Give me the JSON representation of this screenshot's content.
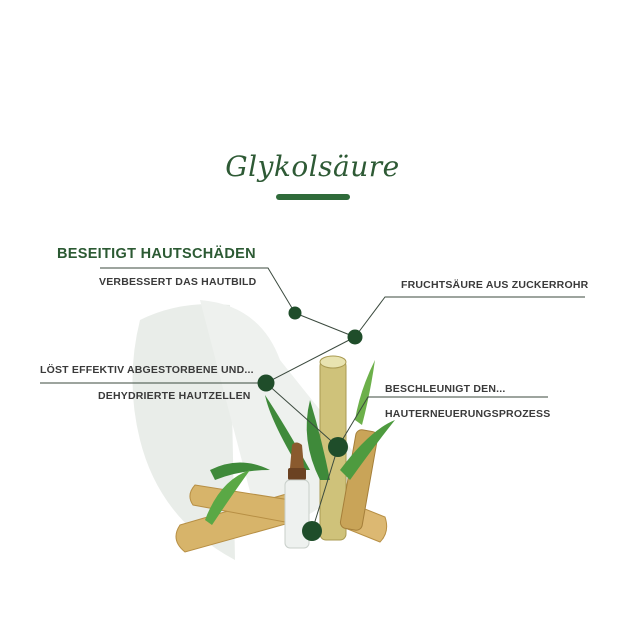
{
  "title": "Glykolsäure",
  "headline": "BESEITIGT HAUTSCHÄDEN",
  "labels": {
    "hautbild": "VERBESSERT DAS HAUTBILD",
    "fruchtsaeure": "FRUCHTSÄURE AUS ZUCKERROHR",
    "loest": "LÖST EFFEKTIV ABGESTORBENE UND...",
    "dehydrierte": "DEHYDRIERTE HAUTZELLEN",
    "beschleunigt": "BESCHLEUNIGT DEN...",
    "hauterneuerung": "HAUTERNEUERUNGSPROZESS"
  },
  "colors": {
    "brand_green": "#2f6b3a",
    "node_green": "#1f4d2a",
    "text": "#3a3a3a",
    "backdrop": "#e8ece8"
  }
}
